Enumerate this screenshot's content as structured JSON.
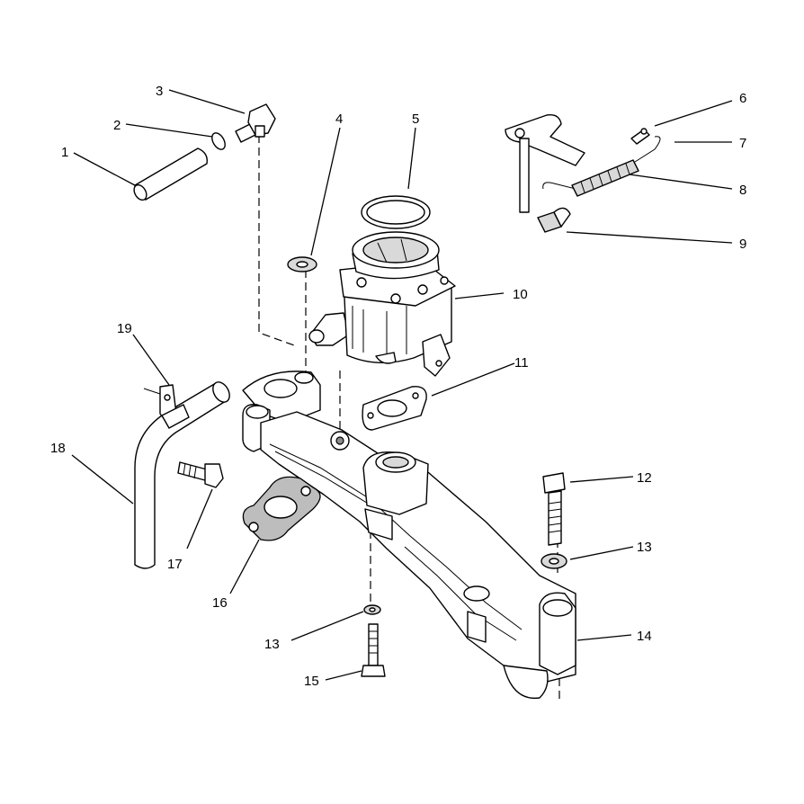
{
  "diagram": {
    "callouts": [
      {
        "id": "callout-1",
        "label": "1"
      },
      {
        "id": "callout-2",
        "label": "2"
      },
      {
        "id": "callout-3",
        "label": "3"
      },
      {
        "id": "callout-4",
        "label": "4"
      },
      {
        "id": "callout-5",
        "label": "5"
      },
      {
        "id": "callout-6",
        "label": "6"
      },
      {
        "id": "callout-7",
        "label": "7"
      },
      {
        "id": "callout-8",
        "label": "8"
      },
      {
        "id": "callout-9",
        "label": "9"
      },
      {
        "id": "callout-10",
        "label": "10"
      },
      {
        "id": "callout-11",
        "label": "11"
      },
      {
        "id": "callout-12",
        "label": "12"
      },
      {
        "id": "callout-13a",
        "label": "13"
      },
      {
        "id": "callout-13b",
        "label": "13"
      },
      {
        "id": "callout-14",
        "label": "14"
      },
      {
        "id": "callout-15",
        "label": "15"
      },
      {
        "id": "callout-16",
        "label": "16"
      },
      {
        "id": "callout-17",
        "label": "17"
      },
      {
        "id": "callout-18",
        "label": "18"
      },
      {
        "id": "callout-19",
        "label": "19"
      }
    ]
  }
}
